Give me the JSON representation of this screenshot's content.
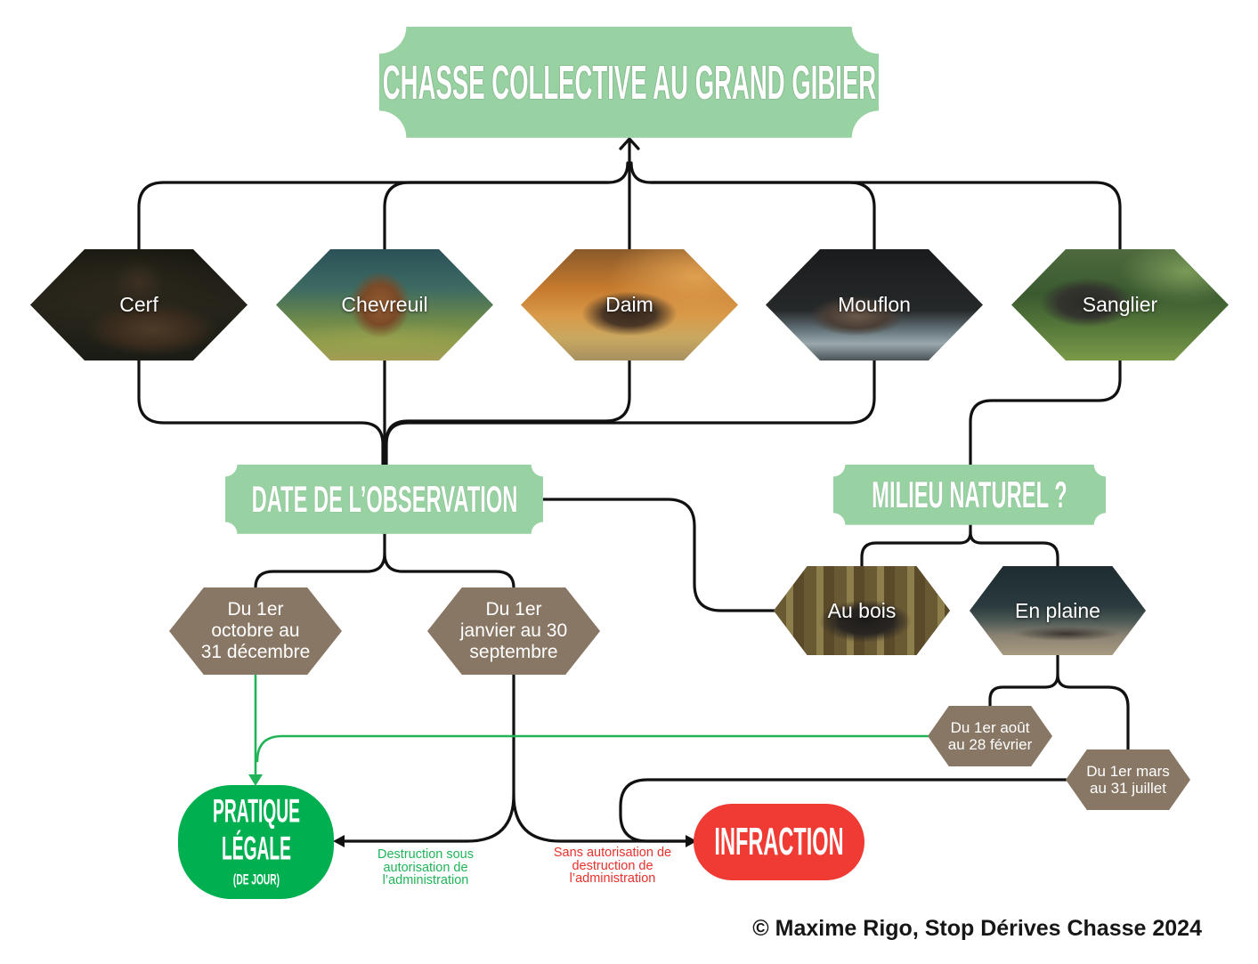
{
  "title": "CHASSE COLLECTIVE AU GRAND GIBIER",
  "species": [
    {
      "label": "Cerf"
    },
    {
      "label": "Chevreuil"
    },
    {
      "label": "Daim"
    },
    {
      "label": "Mouflon"
    },
    {
      "label": "Sanglier"
    }
  ],
  "date_question": "DATE DE L’OBSERVATION",
  "date_options": [
    {
      "lines": [
        "Du 1er",
        "octobre au",
        "31 décembre"
      ]
    },
    {
      "lines": [
        "Du 1er",
        "janvier au 30",
        "septembre"
      ]
    }
  ],
  "habitat_question": "MILIEU NATUREL ?",
  "habitats": [
    {
      "label": "Au bois"
    },
    {
      "label": "En plaine"
    }
  ],
  "plaine_periods": [
    {
      "lines": [
        "Du 1er août",
        "au 28 février"
      ]
    },
    {
      "lines": [
        "Du 1er mars",
        "au 31 juillet"
      ]
    }
  ],
  "outcomes": {
    "legal": {
      "lines": [
        "PRATIQUE",
        "LÉGALE"
      ],
      "note": "(DE JOUR)"
    },
    "infraction": {
      "label": "INFRACTION"
    }
  },
  "edge_labels": {
    "with_authorization": {
      "lines": [
        "Destruction sous",
        "autorisation de",
        "l’administration"
      ]
    },
    "without_authorization": {
      "lines": [
        "Sans autorisation de",
        "destruction de",
        "l’administration"
      ]
    }
  },
  "credit": "© Maxime Rigo, Stop Dérives Chasse 2024",
  "colors": {
    "banner": "#98d1a2",
    "period_box": "#887765",
    "legal": "#00b050",
    "infraction": "#f03a34",
    "legal_path": "#20b358",
    "infraction_text": "#e8312c",
    "connector": "#111111"
  }
}
